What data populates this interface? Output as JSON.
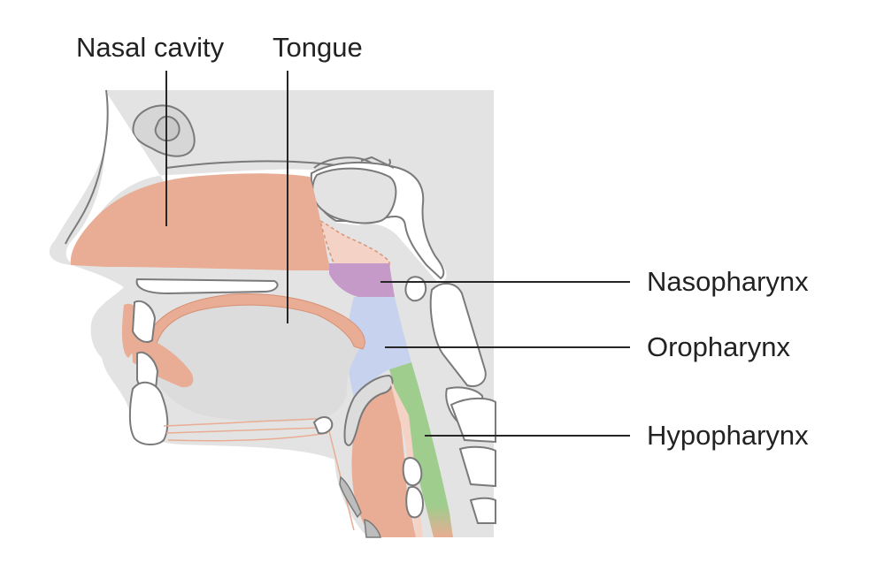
{
  "labels": {
    "nasal_cavity": "Nasal cavity",
    "tongue": "Tongue",
    "nasopharynx": "Nasopharynx",
    "oropharynx": "Oropharynx",
    "hypopharynx": "Hypopharynx"
  },
  "colors": {
    "background_panel": "#e3e3e3",
    "tissue": "#e8ad94",
    "bone": "#ffffff",
    "nasopharynx": "#c59ac8",
    "oropharynx": "#c6d2ee",
    "hypopharynx": "#9fcd8d",
    "leader_line": "#262626",
    "text": "#222222"
  }
}
